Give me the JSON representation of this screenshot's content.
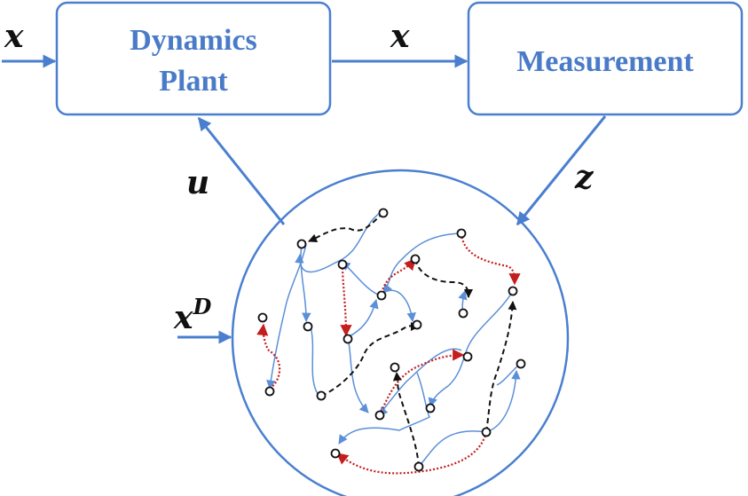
{
  "blocks": {
    "dynamics": {
      "line1": "Dynamics",
      "line2": "Plant"
    },
    "measurement": {
      "label": "Measurement"
    }
  },
  "signals": {
    "input_x": "x",
    "state_x": "x",
    "measurement_z": "z",
    "control_u": "u",
    "desired_x": "x",
    "desired_sup": "D"
  },
  "colors": {
    "block_blue": "#4a7fd0",
    "edge_blue": "#5b8fd8",
    "edge_red": "#c41e1e",
    "edge_black": "#111111"
  },
  "graph": {
    "edge_types": [
      "blue-solid",
      "red-dotted",
      "black-dashed"
    ]
  }
}
